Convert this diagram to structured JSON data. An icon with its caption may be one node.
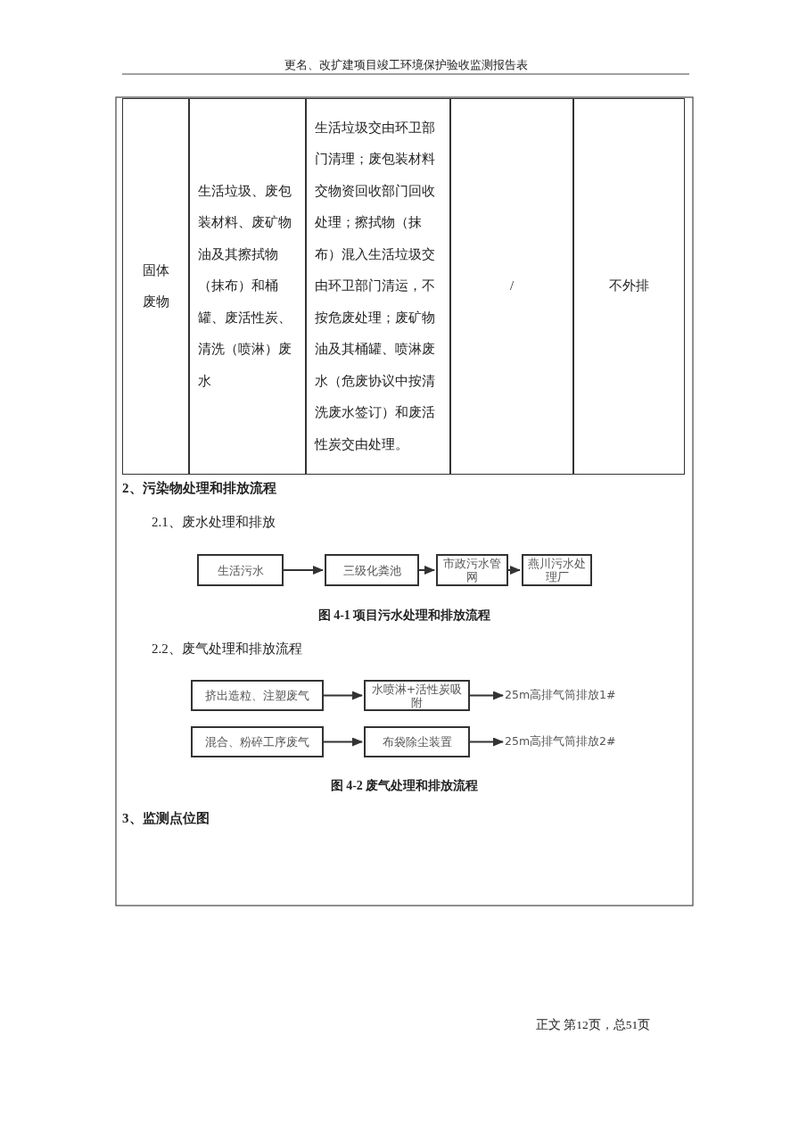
{
  "diagram": {
    "title": "更名、改扩建项目竣工环境保护验收监测报告表",
    "nodes": [
      {
        "text": [
          "生活污水"
        ]
      },
      {
        "text": [
          "三级化粪池"
        ]
      },
      {
        "text": [
          "市政污水管网"
        ]
      },
      {
        "text": [
          "燕川污水处理厂"
        ]
      },
      {
        "text": [
          "挤出造粒、注塑废气"
        ]
      },
      {
        "text": [
          "水喷淋+活性炭吸附"
        ]
      },
      {
        "text": [
          "25m高排气筒排放1#"
        ]
      },
      {
        "text": [
          "混合、粉碎工序废气"
        ]
      },
      {
        "text": [
          "布袋除尘装置"
        ]
      },
      {
        "text": [
          "25m高排气筒排放2#"
        ]
      }
    ],
    "edges": [
      {
        "from": 0,
        "to": 1,
        "arrow": "to"
      },
      {
        "from": 1,
        "to": 2,
        "arrow": "to"
      },
      {
        "from": 2,
        "to": 3,
        "arrow": "to"
      },
      {
        "from": 4,
        "to": 5,
        "arrow": "to"
      },
      {
        "from": 5,
        "to": 6,
        "arrow": "to"
      },
      {
        "from": 7,
        "to": 8,
        "arrow": "to"
      },
      {
        "from": 8,
        "to": 9,
        "arrow": "to"
      }
    ],
    "labels": [
      "固体废物",
      "生活垃圾、废包装材料、废矿物油及其擦拭物（抹布）和桶罐、废活性炭、清洗（喷淋）废水",
      "生活垃圾交由环卫部门清理；废包装材料交物资回收部门回收处理；擦拭物（抹布）混入生活垃圾交由环卫部门清运，不按危废处理；废矿物油及其桶罐、喷淋废水（危废协议中按清洗废水签订）和废活性炭交由处理。",
      "/",
      "不外排",
      "2、污染物处理和排放流程",
      "2.1、废水处理和排放",
      "图 4-1 项目污水处理和排放流程",
      "2.2、废气处理和排放流程",
      "图 4-2 废气处理和排放流程",
      "3、监测点位图",
      "正文 第12页，总51页"
    ]
  }
}
